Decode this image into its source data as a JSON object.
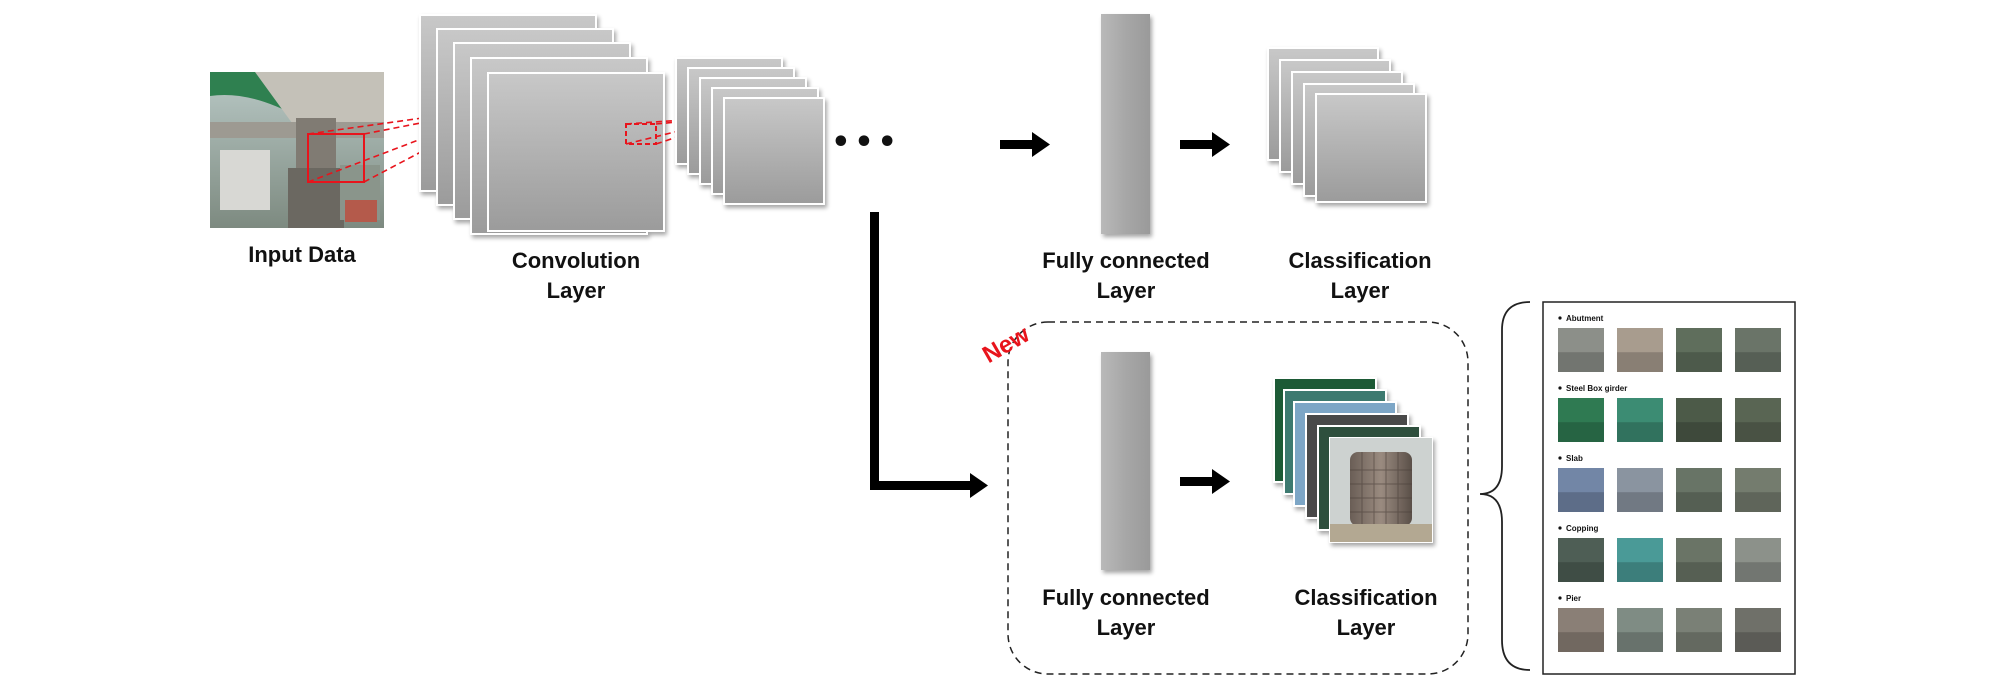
{
  "labels": {
    "input": "Input Data",
    "conv_line1": "Convolution",
    "conv_line2": "Layer",
    "ellipsis": "•••",
    "fc_line1": "Fully connected",
    "fc_line2": "Layer",
    "cls_line1": "Classification",
    "cls_line2": "Layer",
    "new_fc_line1": "Fully connected",
    "new_fc_line2": "Layer",
    "new_cls_line1": "Classification",
    "new_cls_line2": "Layer",
    "new_tag": "New"
  },
  "categories": [
    {
      "label": "Abutment",
      "thumbs": [
        "#8c8f89",
        "#a89c8e",
        "#5f6e5c",
        "#6a7468"
      ]
    },
    {
      "label": "Steel Box girder",
      "thumbs": [
        "#2f7a52",
        "#3c8c73",
        "#4c5a48",
        "#596553"
      ]
    },
    {
      "label": "Slab",
      "thumbs": [
        "#7286a6",
        "#8a94a0",
        "#687466",
        "#747c6e"
      ]
    },
    {
      "label": "Copping",
      "thumbs": [
        "#4e5e55",
        "#4a9a97",
        "#6a7466",
        "#8c918a"
      ]
    },
    {
      "label": "Pier",
      "thumbs": [
        "#8a7f76",
        "#7f8c84",
        "#7a8076",
        "#6f7069"
      ]
    }
  ],
  "colors": {
    "layer_gray_light": "#c9c9c9",
    "layer_gray_dark": "#9c9c9c",
    "receptive_field": "#e8141c",
    "new_tag": "#e8141c",
    "arrow": "#000000"
  }
}
